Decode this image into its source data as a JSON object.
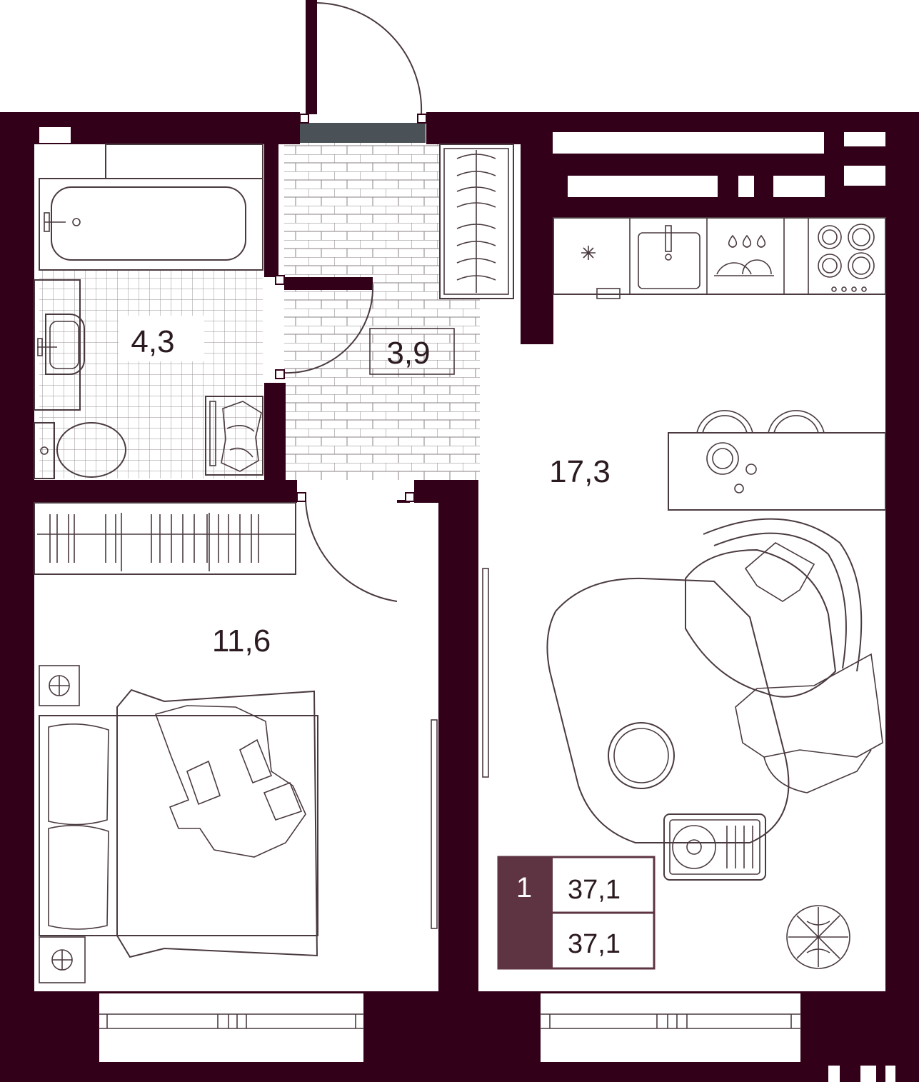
{
  "rooms": [
    {
      "id": "bathroom",
      "area": "4,3"
    },
    {
      "id": "hallway",
      "area": "3,9"
    },
    {
      "id": "kitchen-living",
      "area": "17,3"
    },
    {
      "id": "bedroom",
      "area": "11,6"
    }
  ],
  "legend": {
    "rooms_count": "1",
    "total_area": "37,1",
    "living_area": "37,1"
  },
  "colors": {
    "wall": "#33001a",
    "legend_fill": "#5e3442",
    "door_threshold": "#4b5257"
  }
}
